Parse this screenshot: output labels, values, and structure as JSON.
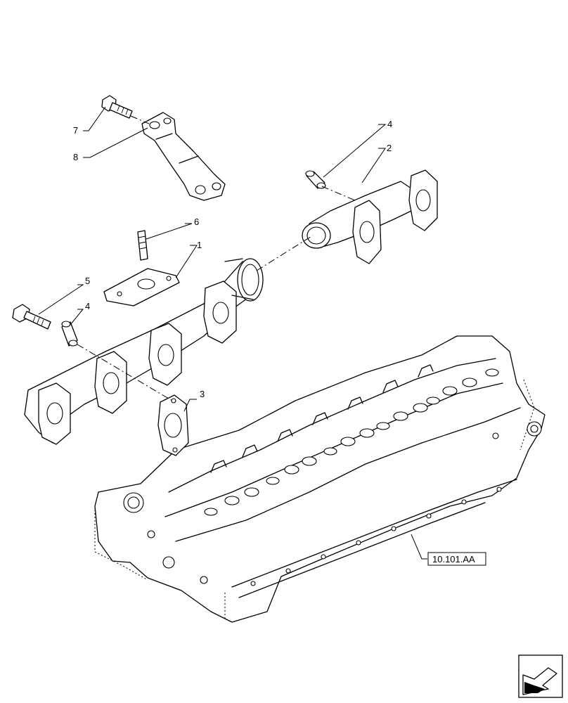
{
  "callouts": {
    "c1": "1",
    "c2": "2",
    "c3": "3",
    "c4a": "4",
    "c4b": "4",
    "c5": "5",
    "c6": "6",
    "c7": "7",
    "c8": "8"
  },
  "reference": {
    "label": "10.101.AA"
  },
  "icons": {
    "nav": "page-arrow-icon"
  }
}
